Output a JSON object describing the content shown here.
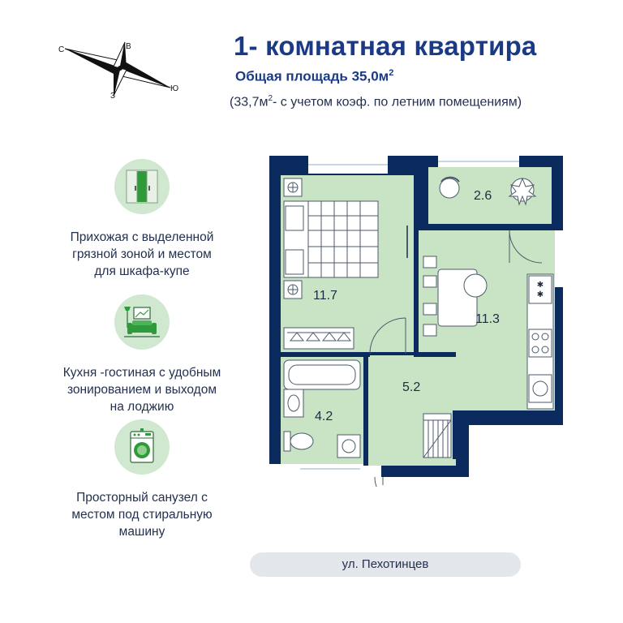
{
  "header": {
    "title": "1- комнатная  квартира",
    "total_area_label": "Общая площадь 35,0м",
    "total_area_sup": "2",
    "coef_prefix": "(33,7м",
    "coef_sup": "2",
    "coef_suffix": "- с учетом коэф. по летним помещениям)"
  },
  "compass": {
    "north": "С",
    "east": "В",
    "south": "Ю",
    "west": "З"
  },
  "features": [
    {
      "text": "Прихожая с выделенной\nгрязной зоной  и местом\nдля шкафа-купе",
      "icon": "wardrobe-icon"
    },
    {
      "text": "Кухня -гостиная с удобным\nзонированием и выходом\nна лоджию",
      "icon": "living-room-icon"
    },
    {
      "text": "Просторный санузел с\nместом под стиральную\nмашину",
      "icon": "washing-machine-icon"
    }
  ],
  "rooms": {
    "bedroom_area": "11.7",
    "kitchen_area": "11.3",
    "loggia_area": "2.6",
    "hall_area": "5.2",
    "bathroom_area": "4.2"
  },
  "street": {
    "label": "ул. Пехотинцев"
  },
  "colors": {
    "wall": "#0b2a5e",
    "room_fill": "#c8e4c5",
    "accent_title": "#1b3a86",
    "street_bg": "#e3e6ea"
  }
}
